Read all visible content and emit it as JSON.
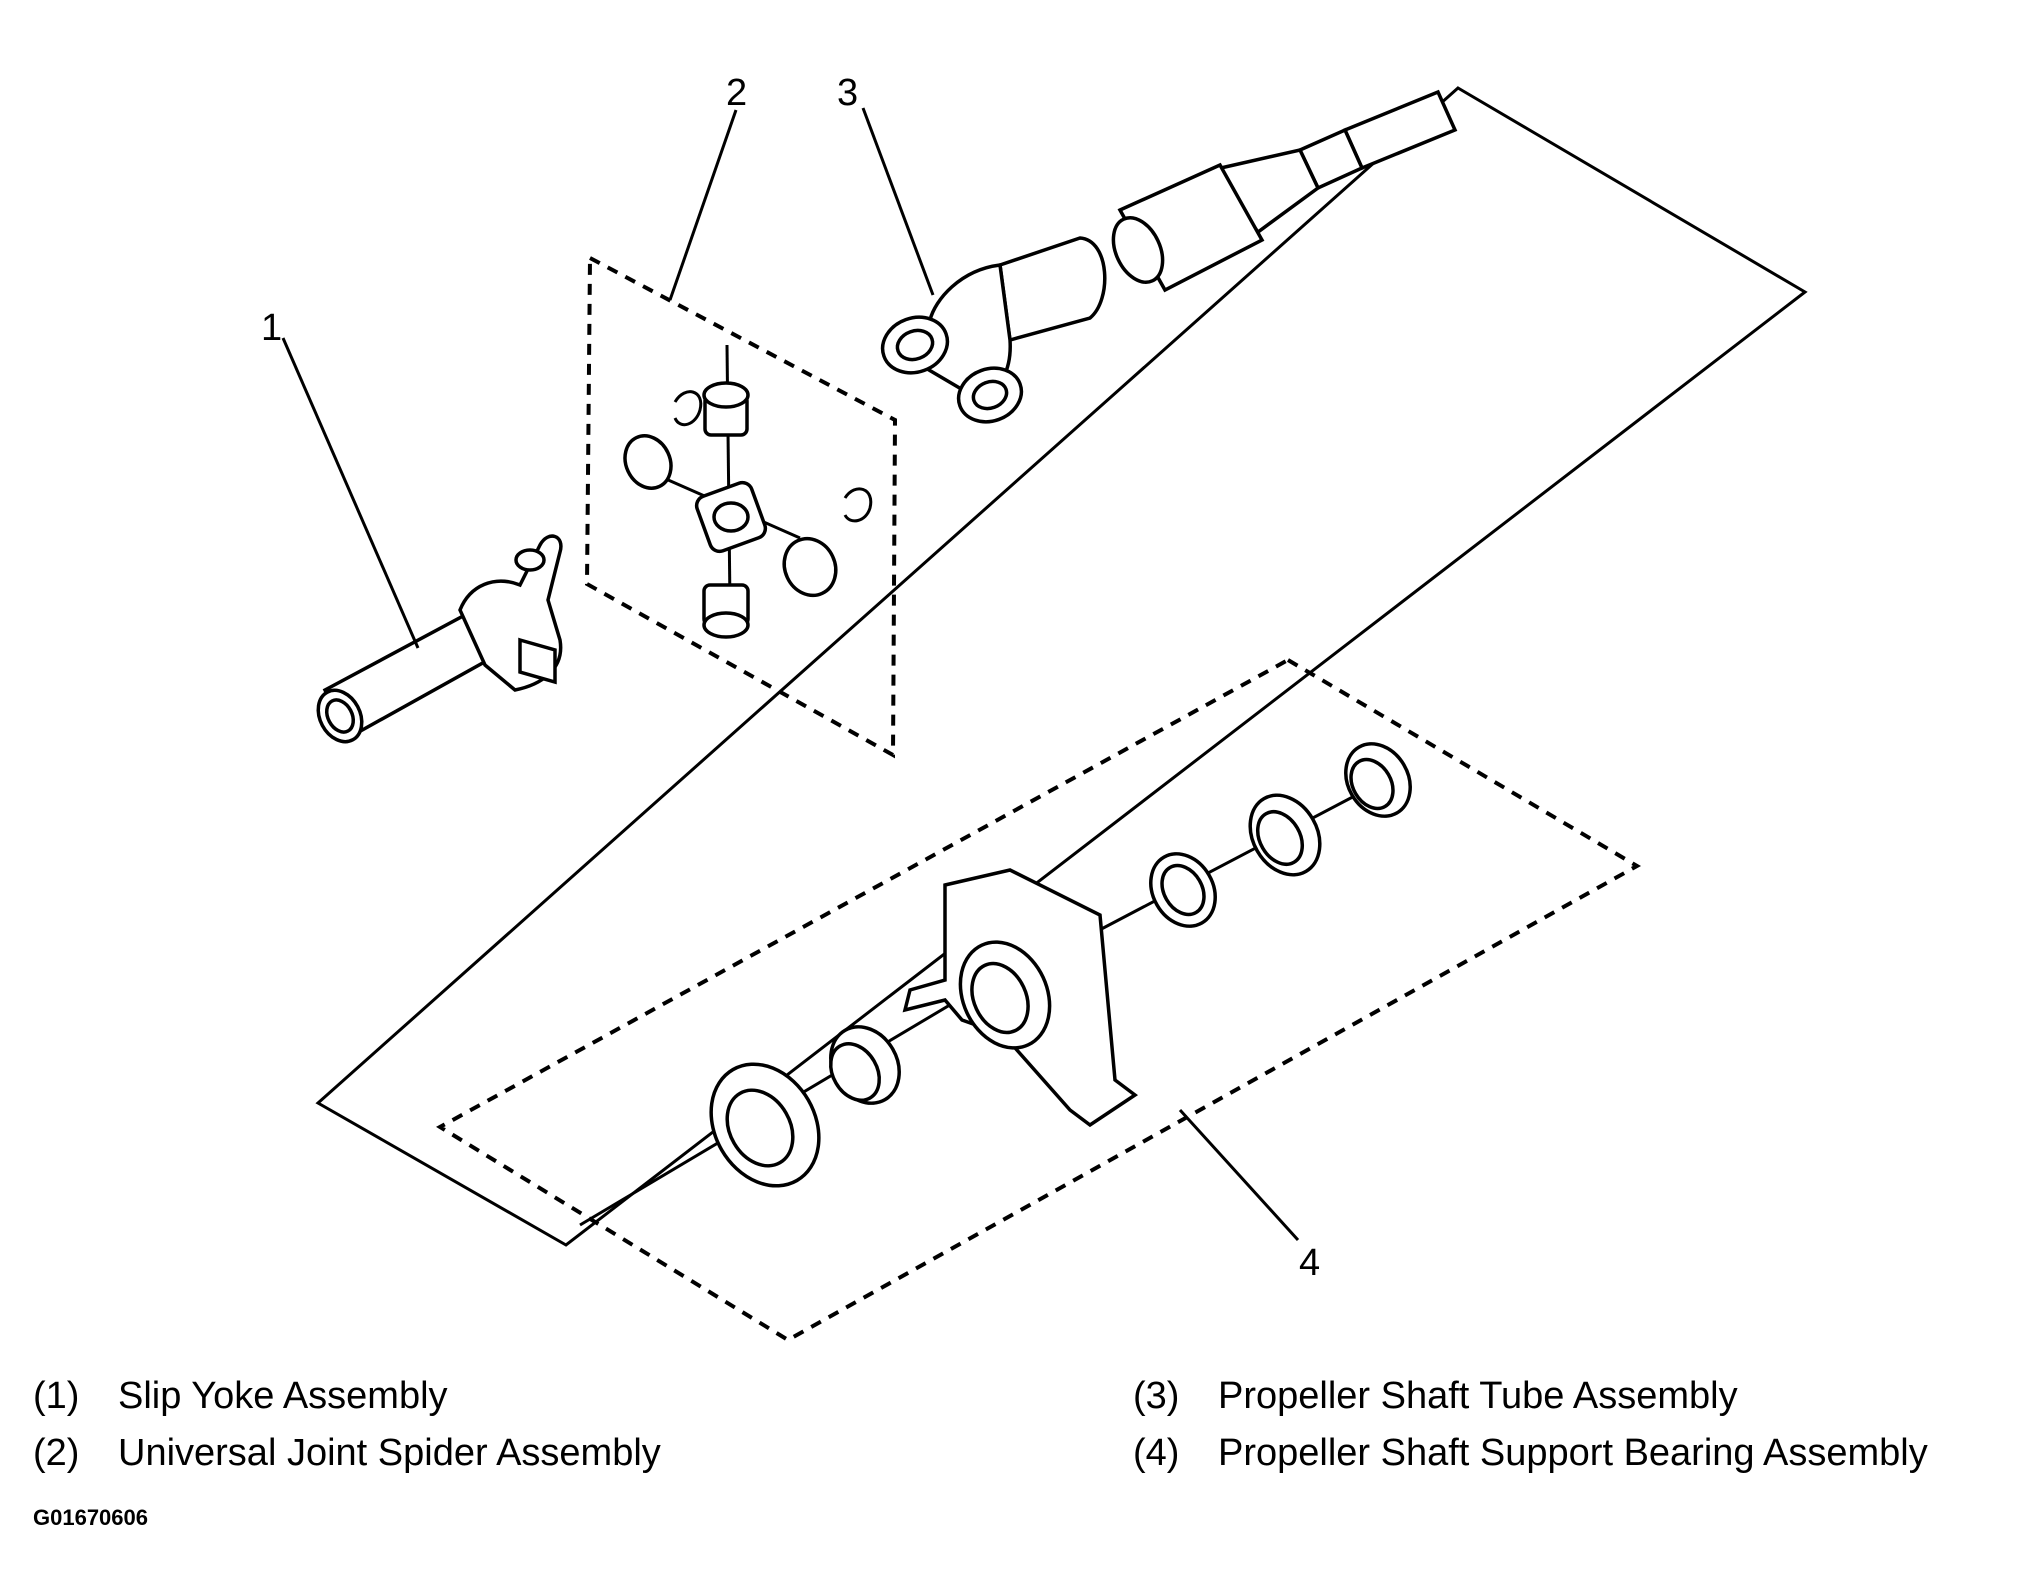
{
  "callouts": {
    "c1": "1",
    "c2": "2",
    "c3": "3",
    "c4": "4"
  },
  "legend": [
    {
      "number": "(1)",
      "label": "Slip Yoke Assembly"
    },
    {
      "number": "(2)",
      "label": "Universal Joint Spider Assembly"
    },
    {
      "number": "(3)",
      "label": "Propeller Shaft Tube Assembly"
    },
    {
      "number": "(4)",
      "label": "Propeller Shaft Support Bearing Assembly"
    }
  ],
  "figure_code": "G01670606"
}
